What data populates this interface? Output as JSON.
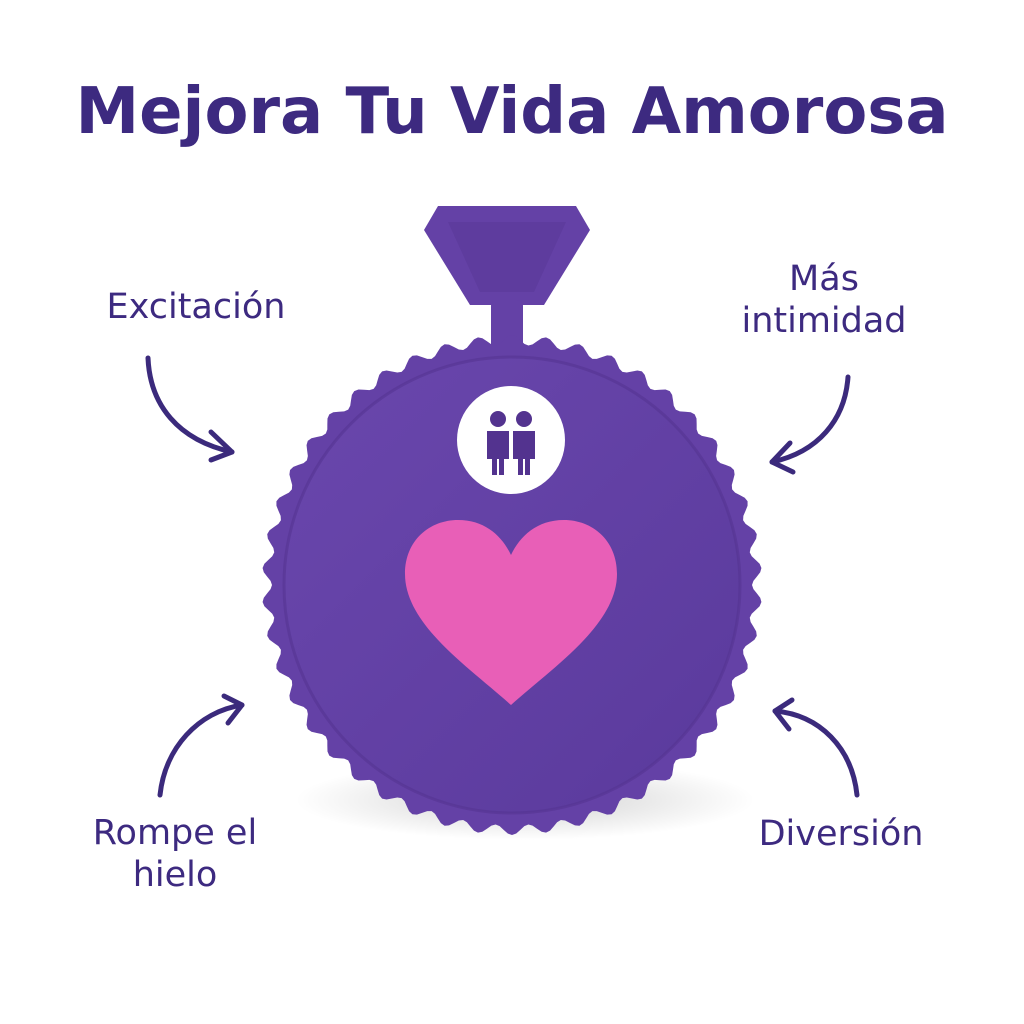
{
  "title": "Mejora Tu Vida Amorosa",
  "labels": {
    "top_left": "Excitación",
    "top_right": "Más intimidad",
    "bottom_left": "Rompe el hielo",
    "bottom_right": "Diversión"
  },
  "colors": {
    "text": "#3d2a80",
    "device": "#6441a6",
    "device_dark": "#53338f",
    "heart": "#e85fb7",
    "badge": "#ffffff",
    "arrow": "#3b2a7c"
  },
  "icons": {
    "badge": "couple-icon",
    "center": "heart-icon"
  }
}
